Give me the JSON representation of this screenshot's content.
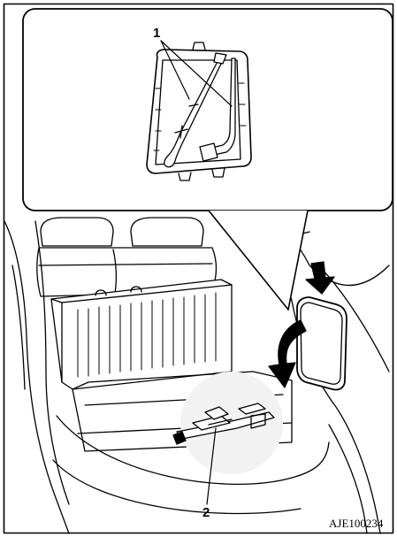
{
  "figure": {
    "callouts": [
      {
        "id": "1",
        "label": "1"
      },
      {
        "id": "2",
        "label": "2"
      }
    ],
    "reference_code": "AJE100234",
    "colors": {
      "line": "#000000",
      "background": "#ffffff",
      "fill_light": "#ffffff"
    }
  }
}
